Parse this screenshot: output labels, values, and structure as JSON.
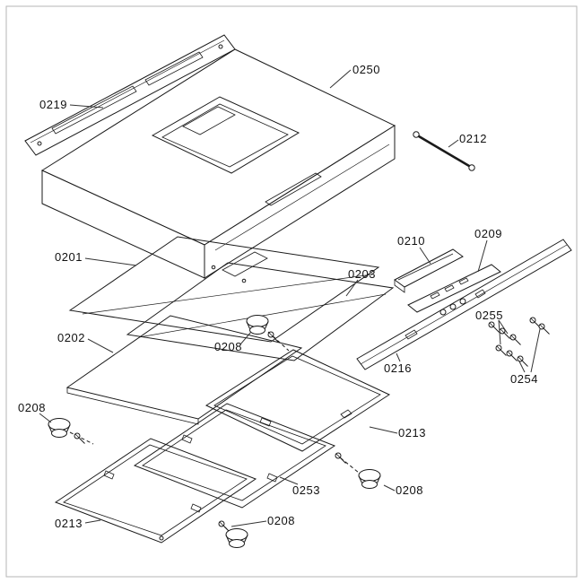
{
  "diagram": {
    "type": "exploded-parts-diagram",
    "background": "#ffffff",
    "line_color": "#1a1a1a",
    "leader_color": "#333333",
    "border_color": "#b5b5b5",
    "labels": [
      {
        "id": "part-0250",
        "text": "0250"
      },
      {
        "id": "part-0219",
        "text": "0219"
      },
      {
        "id": "part-0212",
        "text": "0212"
      },
      {
        "id": "part-0201",
        "text": "0201"
      },
      {
        "id": "part-0210",
        "text": "0210"
      },
      {
        "id": "part-0209",
        "text": "0209"
      },
      {
        "id": "part-0203",
        "text": "0203"
      },
      {
        "id": "part-0202",
        "text": "0202"
      },
      {
        "id": "part-0208-center",
        "text": "0208"
      },
      {
        "id": "part-0255",
        "text": "0255"
      },
      {
        "id": "part-0216",
        "text": "0216"
      },
      {
        "id": "part-0254",
        "text": "0254"
      },
      {
        "id": "part-0208-left",
        "text": "0208"
      },
      {
        "id": "part-0213-right",
        "text": "0213"
      },
      {
        "id": "part-0253",
        "text": "0253"
      },
      {
        "id": "part-0208-right",
        "text": "0208"
      },
      {
        "id": "part-0213-left",
        "text": "0213"
      },
      {
        "id": "part-0208-bottom",
        "text": "0208"
      }
    ]
  }
}
